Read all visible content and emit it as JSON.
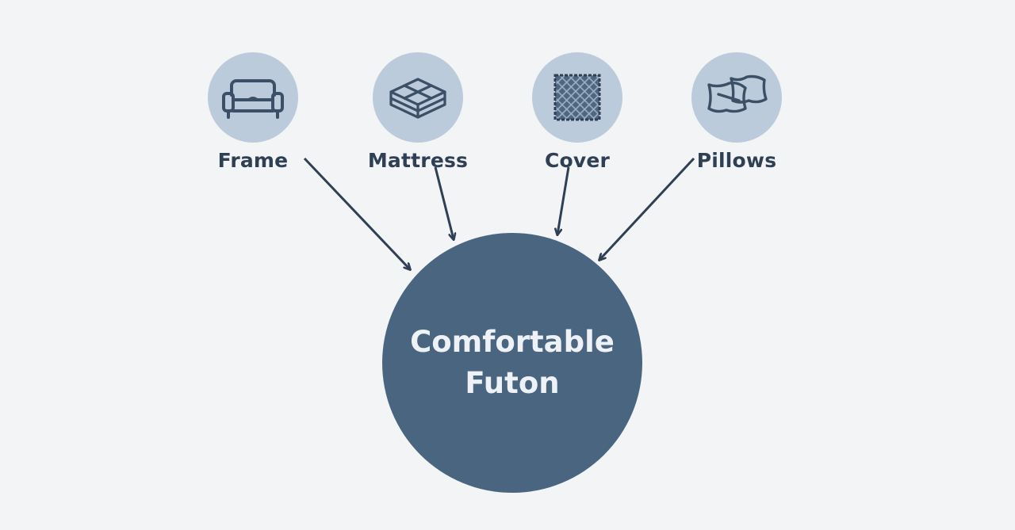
{
  "diagram": {
    "components": [
      {
        "id": "frame",
        "label": "Frame",
        "icon": "sofa-frame-icon"
      },
      {
        "id": "mattress",
        "label": "Mattress",
        "icon": "mattress-layers-icon"
      },
      {
        "id": "cover",
        "label": "Cover",
        "icon": "fabric-swatch-icon"
      },
      {
        "id": "pillows",
        "label": "Pillows",
        "icon": "pillows-icon"
      }
    ],
    "result": {
      "label": "Comfortable Futon"
    },
    "colors": {
      "background": "#f3f4f6",
      "icon_circle": "#bccbdb",
      "icon_stroke": "#3b4f66",
      "arrow": "#2f3f54",
      "result_circle": "#4a6580",
      "result_text": "#eef2f6",
      "label_text": "#2f3f54"
    }
  }
}
